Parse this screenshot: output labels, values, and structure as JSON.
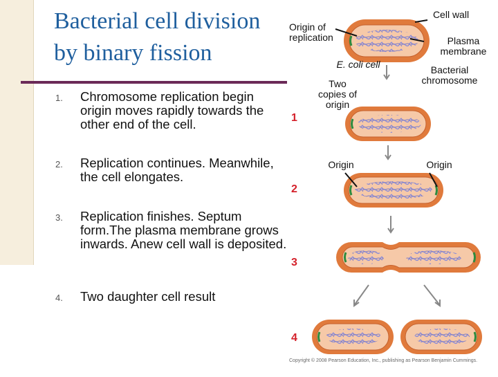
{
  "slide": {
    "title_line1": "Bacterial cell division",
    "title_line2": "by binary fission"
  },
  "steps": [
    {
      "number": "1.",
      "text": "Chromosome replication begin origin moves rapidly towards the other end of the cell."
    },
    {
      "number": "2.",
      "text": "Replication continues. Meanwhile, the cell elongates."
    },
    {
      "number": "3.",
      "text": "Replication finishes. Septum form.The plasma membrane grows inwards. Anew cell wall is deposited."
    },
    {
      "number": "4.",
      "text": "Two daughter cell result"
    }
  ],
  "figure": {
    "labels": {
      "origin_of_replication": "Origin of replication",
      "cell_wall": "Cell wall",
      "plasma_membrane": "Plasma membrane",
      "ecoli_cell": "E. coli cell",
      "bacterial_chromosome": "Bacterial chromosome",
      "two_copies_of_origin": "Two copies of origin",
      "origin_left": "Origin",
      "origin_right": "Origin"
    },
    "stage_numbers": [
      "1",
      "2",
      "3",
      "4"
    ],
    "copyright": "Copyright © 2008 Pearson Education, Inc., publishing as Pearson Benjamin Cummings."
  },
  "colors": {
    "title": "#1f5f9e",
    "cell_wall": "#e07a3c",
    "cell_interior": "#f6c9a8",
    "chromosome": "#8c8cd6",
    "origin": "#2e8b3e",
    "stage_number": "#d4202a"
  }
}
